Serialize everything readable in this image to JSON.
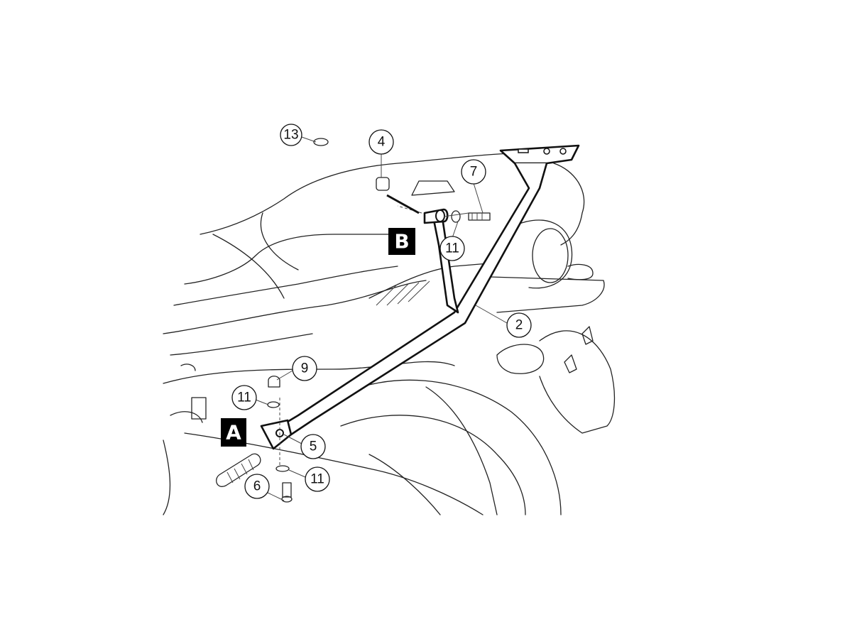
{
  "diagram": {
    "type": "exploded-parts-diagram",
    "mount_points": [
      {
        "id": "A",
        "label": "A"
      },
      {
        "id": "B",
        "label": "B"
      }
    ],
    "callouts": [
      {
        "label": "13"
      },
      {
        "label": "4"
      },
      {
        "label": "7"
      },
      {
        "label": "11"
      },
      {
        "label": "2"
      },
      {
        "label": "9"
      },
      {
        "label": "11"
      },
      {
        "label": "5"
      },
      {
        "label": "6"
      },
      {
        "label": "11"
      }
    ]
  }
}
